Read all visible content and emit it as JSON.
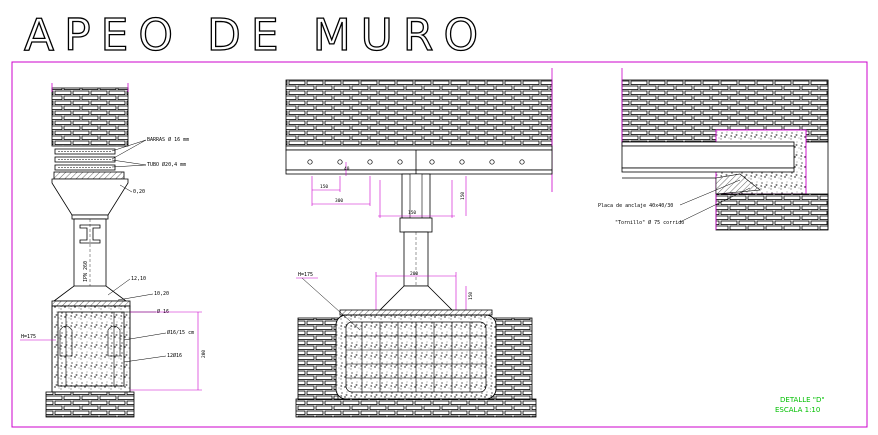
{
  "title": "APEO DE MURO",
  "left_view": {
    "labels": {
      "pernos": "BARRAS Ø 16 mm",
      "tubo": "TUBO Ø20,4 mm",
      "plate_top": "0,20",
      "beam": "IPN 260",
      "col1": "12,10",
      "col2": "10,20",
      "col3": "Ø 16",
      "col4": "Ø16/15 cm",
      "col5": "12Ø16",
      "depth_left": "H=175",
      "depth_right": "200"
    }
  },
  "middle_view": {
    "labels": {
      "d1": "150",
      "d2": "300",
      "d3": "40",
      "d4": "150",
      "d5": "150",
      "d6": "200",
      "depth": "H=175"
    }
  },
  "right_view": {
    "labels": {
      "note1": "Placa de anclaje 40x40/30",
      "note2": "\"Tornillo\" Ø 75 corrido"
    }
  },
  "footer": {
    "detail": "DETALLE \"D\"",
    "scale": "ESCALA 1:10"
  },
  "colors": {
    "frame": "#cc00cc",
    "lines": "#000000",
    "accent": "#00c000"
  }
}
